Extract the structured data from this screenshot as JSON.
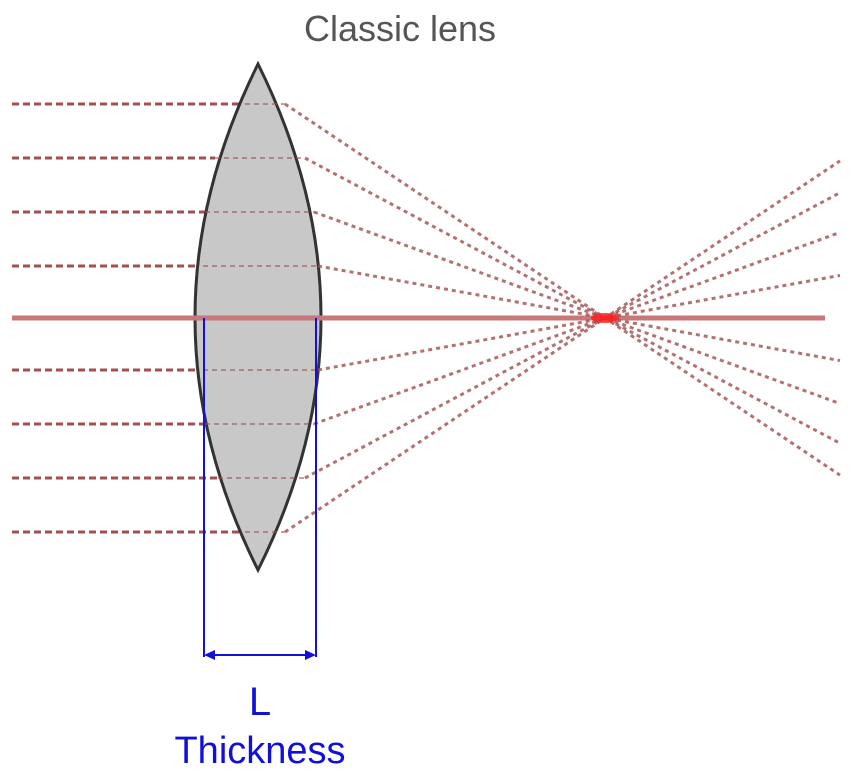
{
  "title": "Classic lens",
  "dimension": {
    "symbol": "L",
    "label": "Thickness"
  },
  "colors": {
    "lens_fill": "#c8c8c8",
    "lens_stroke": "#333333",
    "axis": "#c87878",
    "ray": "#a05050",
    "dimension": "#1010d8",
    "focus": "#ff2020",
    "title": "#555555"
  }
}
